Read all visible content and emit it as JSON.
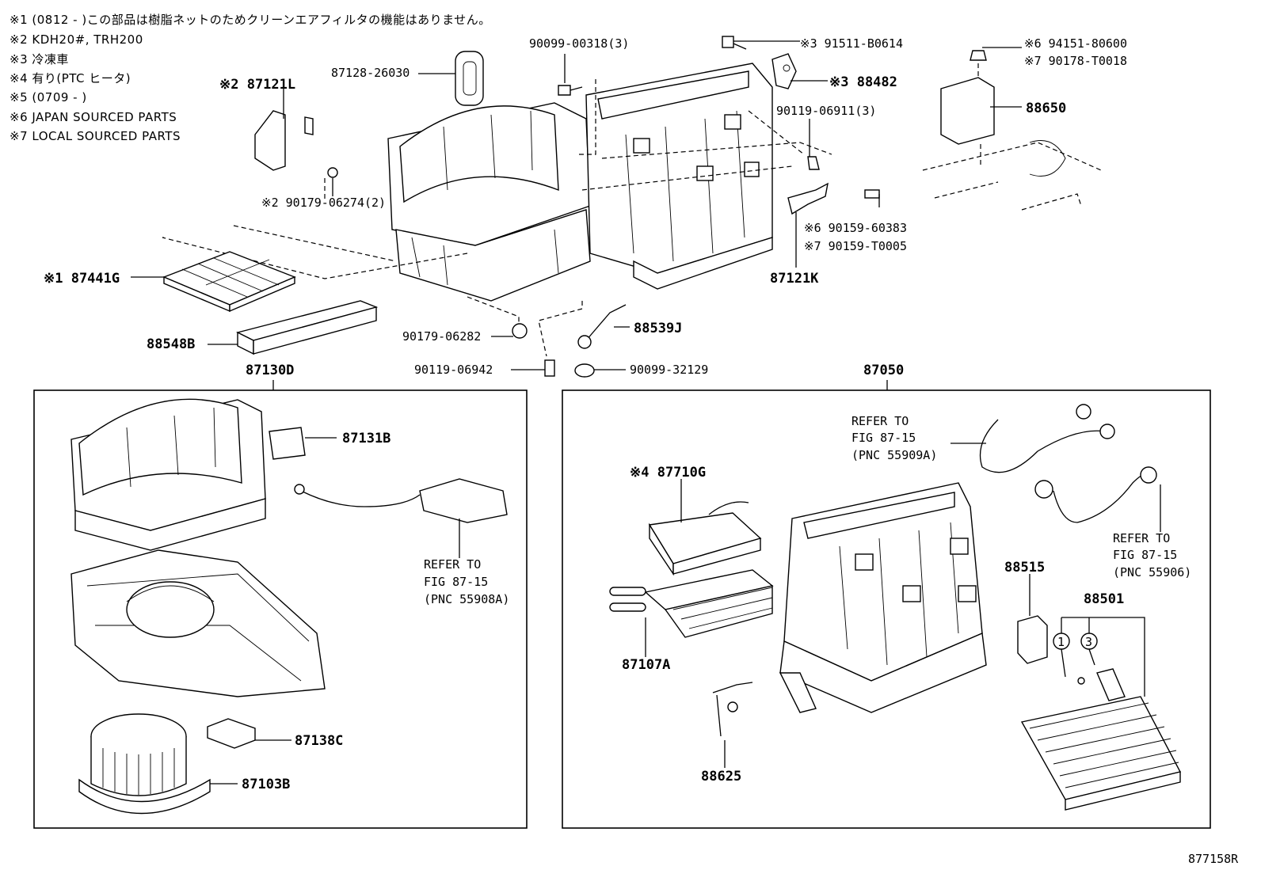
{
  "notes": [
    "※1 (0812 -       )この部品は樹脂ネットのためクリーンエアフィルタの機能はありません。",
    "※2 KDH20#, TRH200",
    "※3 冷凍車",
    "※4 有り(PTC ヒータ)",
    "※5 (0709 -       )",
    "※6 JAPAN SOURCED PARTS",
    "※7 LOCAL SOURCED PARTS"
  ],
  "labels": {
    "p87121L": "※2 87121L",
    "p87128": "87128-26030",
    "p90099_318": "90099-00318(3)",
    "p91511": "※3 91511-B0614",
    "p88482": "※3 88482",
    "p94151": "※6 94151-80600",
    "p90178": "※7 90178-T0018",
    "p88650": "88650",
    "p90119_6911": "90119-06911(3)",
    "p90179_274": "※2 90179-06274(2)",
    "p90159_60383": "※6 90159-60383",
    "p90159_T0005": "※7 90159-T0005",
    "p87121K": "87121K",
    "p87441G": "※1 87441G",
    "p88548B": "88548B",
    "p90179_282": "90179-06282",
    "p88539J": "88539J",
    "p90119_6942": "90119-06942",
    "p90099_32129": "90099-32129",
    "p87130D": "87130D",
    "p87050": "87050",
    "p87131B": "87131B",
    "refer1": [
      "REFER TO",
      "FIG 87-15",
      "(PNC 55908A)"
    ],
    "p87138C": "87138C",
    "p87103B": "87103B",
    "refer2": [
      "REFER TO",
      "FIG 87-15",
      "(PNC 55909A)"
    ],
    "p87710G": "※4 87710G",
    "refer3": [
      "REFER TO",
      "FIG 87-15",
      "(PNC 55906)"
    ],
    "p88515": "88515",
    "p88501": "88501",
    "p87107A": "87107A",
    "p88625": "88625",
    "circle1": "1",
    "circle3": "3",
    "figure_id": "877158R"
  }
}
